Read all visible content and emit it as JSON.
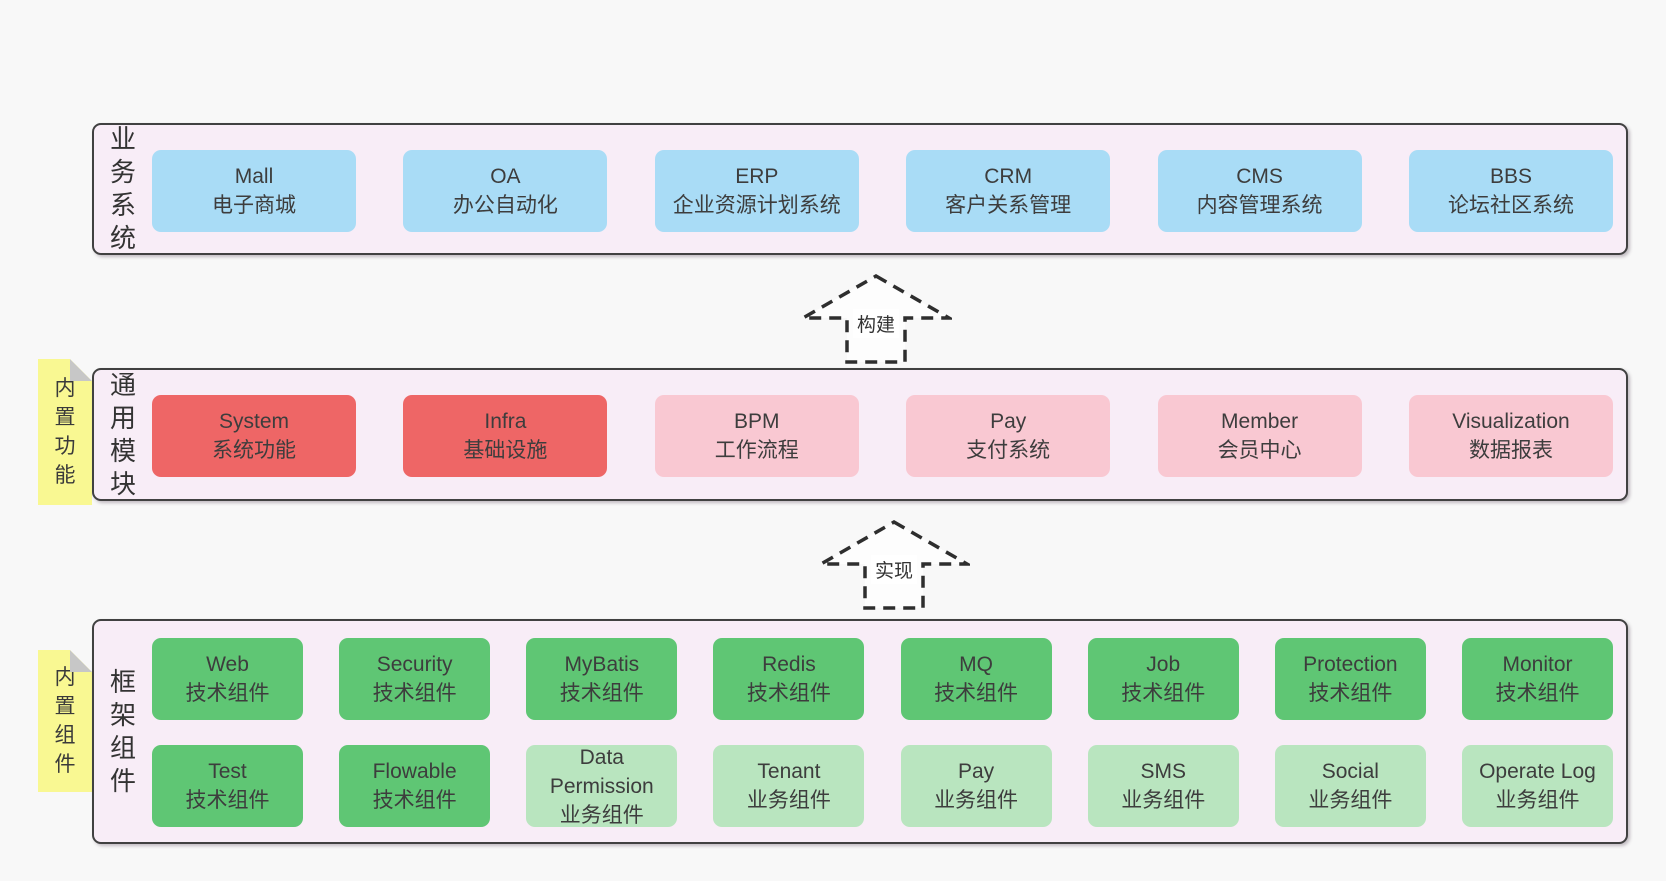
{
  "palette": {
    "background": "#f8f8f8",
    "band_fill": "#f8edf7",
    "band_border": "#414141",
    "blue_box": "#a9dcf6",
    "red_box": "#ee6666",
    "pink_box": "#f9c8d2",
    "green_box": "#5fc674",
    "light_green_box": "#b9e5bf",
    "sticky_yellow": "#f9f892",
    "fold_gray": "#c7c7c7",
    "arrow_stroke": "#2e2e2e",
    "text": "#3d3d3d"
  },
  "arrows": [
    {
      "label": "构建"
    },
    {
      "label": "实现"
    }
  ],
  "bands": {
    "business": {
      "label": "业务系统",
      "items": [
        {
          "name": "Mall",
          "sub": "电子商城",
          "variant": "blue"
        },
        {
          "name": "OA",
          "sub": "办公自动化",
          "variant": "blue"
        },
        {
          "name": "ERP",
          "sub": "企业资源计划系统",
          "variant": "blue"
        },
        {
          "name": "CRM",
          "sub": "客户关系管理",
          "variant": "blue"
        },
        {
          "name": "CMS",
          "sub": "内容管理系统",
          "variant": "blue"
        },
        {
          "name": "BBS",
          "sub": "论坛社区系统",
          "variant": "blue"
        }
      ]
    },
    "modules": {
      "label": "通用模块",
      "sticky": "内置功能",
      "items": [
        {
          "name": "System",
          "sub": "系统功能",
          "variant": "red"
        },
        {
          "name": "Infra",
          "sub": "基础设施",
          "variant": "red"
        },
        {
          "name": "BPM",
          "sub": "工作流程",
          "variant": "pink"
        },
        {
          "name": "Pay",
          "sub": "支付系统",
          "variant": "pink"
        },
        {
          "name": "Member",
          "sub": "会员中心",
          "variant": "pink"
        },
        {
          "name": "Visualization",
          "sub": "数据报表",
          "variant": "pink"
        }
      ]
    },
    "components": {
      "label": "框架组件",
      "sticky": "内置组件",
      "row1": [
        {
          "name": "Web",
          "sub": "技术组件",
          "variant": "green"
        },
        {
          "name": "Security",
          "sub": "技术组件",
          "variant": "green"
        },
        {
          "name": "MyBatis",
          "sub": "技术组件",
          "variant": "green"
        },
        {
          "name": "Redis",
          "sub": "技术组件",
          "variant": "green"
        },
        {
          "name": "MQ",
          "sub": "技术组件",
          "variant": "green"
        },
        {
          "name": "Job",
          "sub": "技术组件",
          "variant": "green"
        },
        {
          "name": "Protection",
          "sub": "技术组件",
          "variant": "green"
        },
        {
          "name": "Monitor",
          "sub": "技术组件",
          "variant": "green"
        }
      ],
      "row2": [
        {
          "name": "Test",
          "sub": "技术组件",
          "variant": "green"
        },
        {
          "name": "Flowable",
          "sub": "技术组件",
          "variant": "green"
        },
        {
          "name": "Data Permission",
          "sub": "业务组件",
          "variant": "green_light"
        },
        {
          "name": "Tenant",
          "sub": "业务组件",
          "variant": "green_light"
        },
        {
          "name": "Pay",
          "sub": "业务组件",
          "variant": "green_light"
        },
        {
          "name": "SMS",
          "sub": "业务组件",
          "variant": "green_light"
        },
        {
          "name": "Social",
          "sub": "业务组件",
          "variant": "green_light"
        },
        {
          "name": "Operate Log",
          "sub": "业务组件",
          "variant": "green_light"
        }
      ]
    }
  }
}
